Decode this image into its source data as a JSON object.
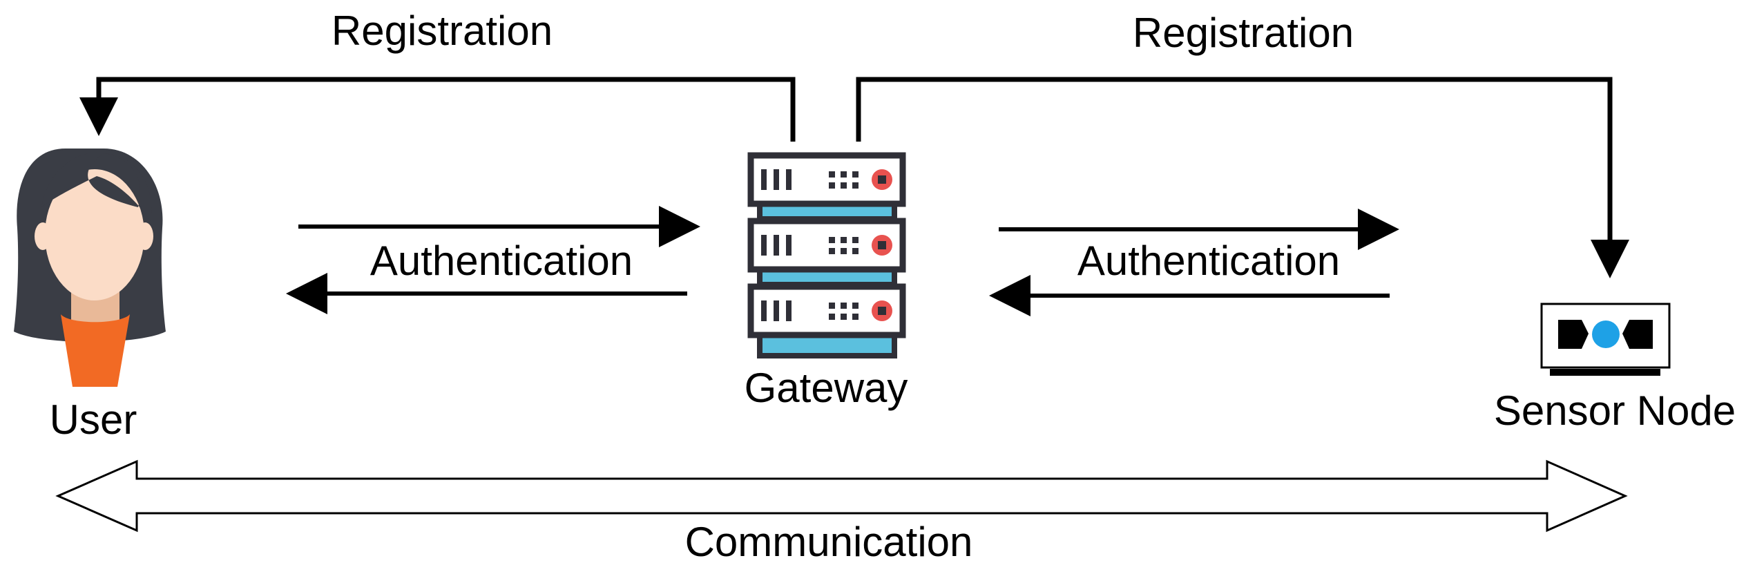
{
  "diagram": {
    "nodes": {
      "user": {
        "label": "User",
        "icon": "user-avatar-icon"
      },
      "gateway": {
        "label": "Gateway",
        "icon": "server-rack-icon"
      },
      "sensor": {
        "label": "Sensor Node",
        "icon": "sensor-device-icon"
      }
    },
    "edges": {
      "registration_left": {
        "label": "Registration",
        "from": "gateway",
        "to": "user"
      },
      "registration_right": {
        "label": "Registration",
        "from": "gateway",
        "to": "sensor"
      },
      "auth_left": {
        "label": "Authentication",
        "between": [
          "user",
          "gateway"
        ],
        "direction": "bidirectional"
      },
      "auth_right": {
        "label": "Authentication",
        "between": [
          "gateway",
          "sensor"
        ],
        "direction": "bidirectional"
      },
      "communication": {
        "label": "Communication",
        "between": [
          "user",
          "sensor"
        ],
        "direction": "bidirectional"
      }
    },
    "colors": {
      "line": "#000000",
      "hair": "#3a3d45",
      "skin": "#fbdcc7",
      "neck": "#e9b998",
      "shirt": "#f26a24",
      "server_frame": "#2f2f37",
      "server_accent": "#5bc0de",
      "server_led": "#e8524f",
      "sensor_dot": "#1ea1e6"
    }
  }
}
